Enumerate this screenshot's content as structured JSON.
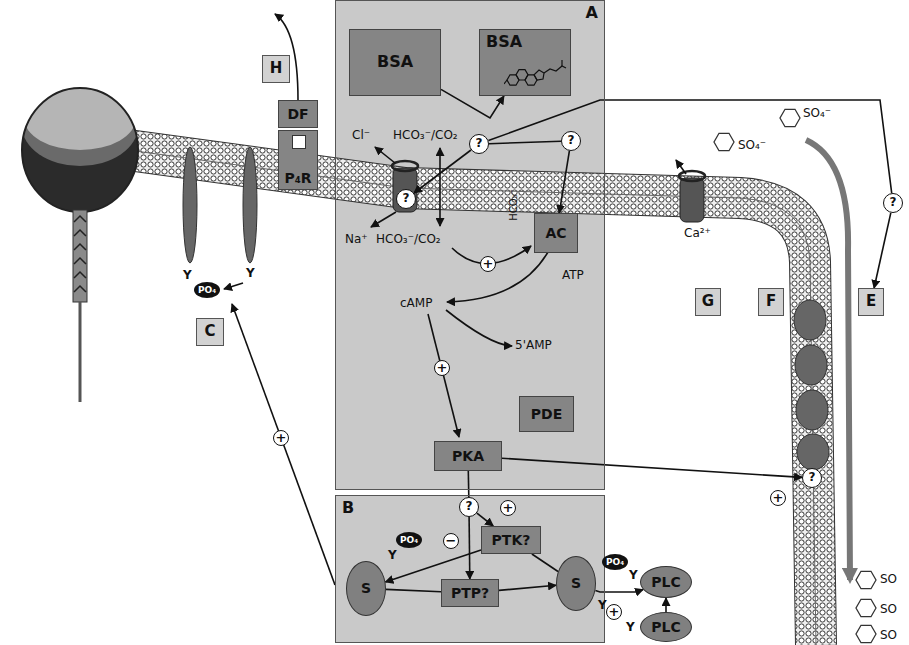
{
  "diagram": {
    "nodes": [
      {
        "text": [
          "A"
        ]
      },
      {
        "text": [
          "BSA"
        ],
        "in": 0
      },
      {
        "text": [
          "BSA"
        ],
        "in": 0
      },
      {
        "text": [
          "?"
        ],
        "in": 0
      },
      {
        "text": [
          "?"
        ],
        "in": 0
      },
      {
        "text": [
          "?"
        ],
        "in": 0
      },
      {
        "text": [
          "AC"
        ],
        "in": 0
      },
      {
        "text": [
          "PDE"
        ],
        "in": 0
      },
      {
        "text": [
          "PKA"
        ],
        "in": 0
      },
      {
        "text": [
          "B"
        ]
      },
      {
        "text": [
          "?"
        ],
        "in": 9
      },
      {
        "text": [
          "PTK?"
        ],
        "in": 9
      },
      {
        "text": [
          "PTP?"
        ],
        "in": 9
      },
      {
        "text": [
          "S"
        ],
        "in": 9
      },
      {
        "text": [
          "S"
        ],
        "in": 9
      },
      {
        "text": [
          "H"
        ]
      },
      {
        "text": [
          "DF"
        ]
      },
      {
        "text": [
          "P₄R"
        ]
      },
      {
        "text": [
          "C"
        ]
      },
      {
        "text": [
          "G"
        ]
      },
      {
        "text": [
          "F"
        ]
      },
      {
        "text": [
          "E"
        ]
      },
      {
        "text": [
          "?"
        ]
      },
      {
        "text": [
          "?"
        ]
      },
      {
        "text": [
          "PLC"
        ]
      },
      {
        "text": [
          "PLC"
        ]
      }
    ],
    "edges": [
      {
        "from": 1,
        "to": 2,
        "arrow": "to"
      },
      {
        "from": 3,
        "to": 4,
        "arrow": "to"
      },
      {
        "from": 3,
        "to": 5,
        "arrow": "none"
      },
      {
        "from": 5,
        "to": 6,
        "arrow": "to"
      },
      {
        "from": 3,
        "to": 22,
        "arrow": "none"
      },
      {
        "from": 22,
        "to": 21,
        "arrow": "to"
      },
      {
        "from": 8,
        "to": 10,
        "arrow": "none"
      },
      {
        "from": 10,
        "to": 11,
        "arrow": "to"
      },
      {
        "from": 10,
        "to": 12,
        "arrow": "to"
      },
      {
        "from": 11,
        "to": 13,
        "arrow": "to"
      },
      {
        "from": 12,
        "to": 14,
        "arrow": "to"
      },
      {
        "from": 13,
        "to": 12,
        "arrow": "none"
      },
      {
        "from": 14,
        "to": 11,
        "arrow": "none"
      },
      {
        "from": 14,
        "to": 24,
        "arrow": "to"
      },
      {
        "from": 25,
        "to": 24,
        "arrow": "to"
      },
      {
        "from": 8,
        "to": 23,
        "arrow": "to"
      }
    ],
    "labels": [
      "Cl⁻",
      "HCO₃⁻/CO₂",
      "Na⁺",
      "HCO₃⁻/CO₂",
      "HCO₃⁻",
      "+",
      "ATP",
      "cAMP",
      "5'AMP",
      "+",
      "Ca²⁺",
      "Y",
      "PO₄",
      "Y",
      "+",
      "+",
      "−",
      "Y",
      "PO₄",
      "Y",
      "PO₄",
      "Y",
      "Y",
      "+",
      "+",
      "SO₄⁻",
      "SO₄⁻",
      "SO",
      "SO",
      "SO"
    ]
  }
}
